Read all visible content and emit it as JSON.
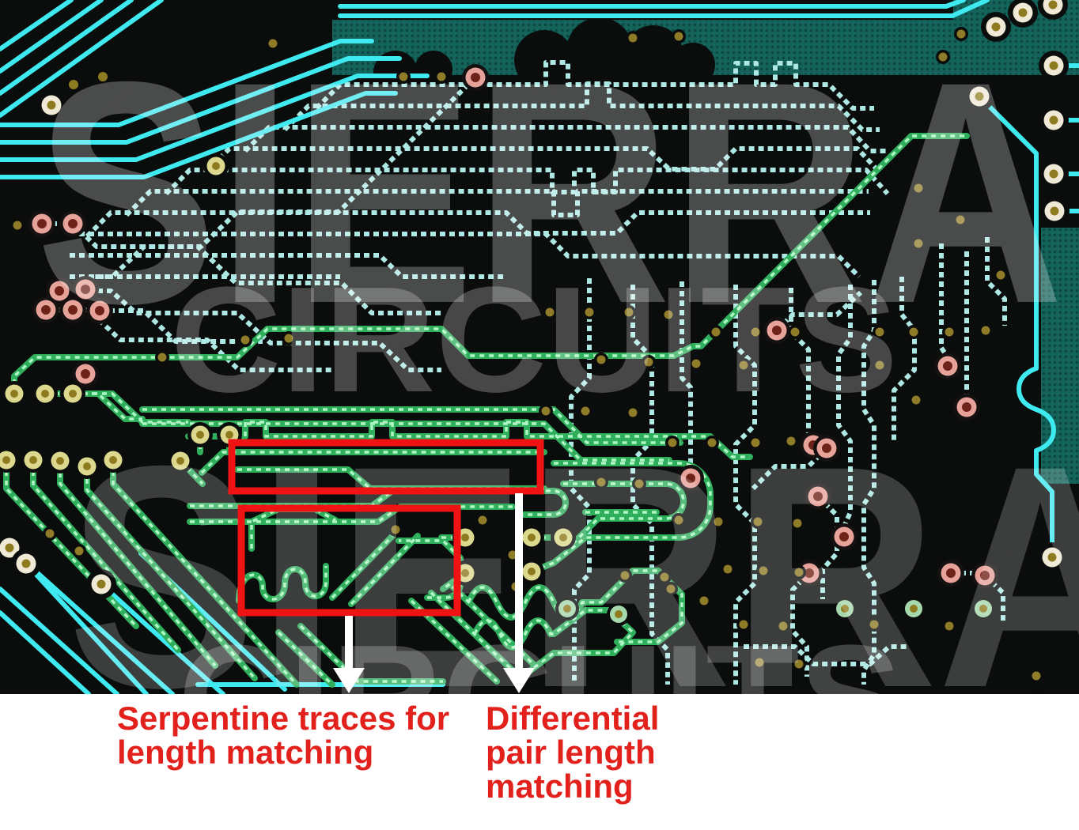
{
  "image_type": "annotated-pcb-layout-screenshot",
  "watermark": {
    "line1": "SIERRA",
    "line2": "CIRCUITS"
  },
  "annotations": {
    "serpentine": {
      "lines": [
        "Serpentine traces for",
        "length matching"
      ]
    },
    "diff_pair": {
      "lines": [
        "Differential",
        "pair length",
        "matching"
      ]
    }
  },
  "colors": {
    "board_teal": "#14635a",
    "board_black": "#0b0d0c",
    "trace_bright_cyan": "#3fe9f0",
    "trace_dashed_pale": "#aee8e4",
    "trace_green": "#2fae5c",
    "trace_green_dash": "#aef7c4",
    "via_pad_white": "#f0e9d6",
    "via_pad_yellow": "#dcd98e",
    "via_pad_pink": "#e7a29a",
    "via_drill_olive": "#8f7b1f",
    "highlight_red": "#ef1313",
    "label_red": "#e2211d",
    "caption_background": "#ffffff"
  }
}
